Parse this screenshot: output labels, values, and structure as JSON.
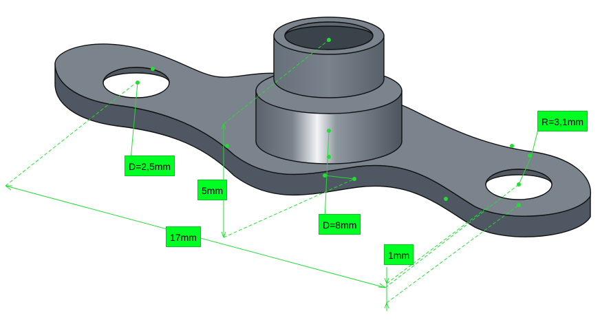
{
  "dimensions": {
    "hole_small_diameter": "D=2,5mm",
    "boss_height": "5mm",
    "boss_diameter": "D=8mm",
    "overall_length": "17mm",
    "end_radius": "R=3,1mm",
    "plate_thickness": "1mm"
  },
  "colors": {
    "dimension": "#00ff22",
    "dimension_line": "#22dd33",
    "part_top": "#7b848d",
    "part_side": "#4f5862",
    "edge": "#111111"
  }
}
